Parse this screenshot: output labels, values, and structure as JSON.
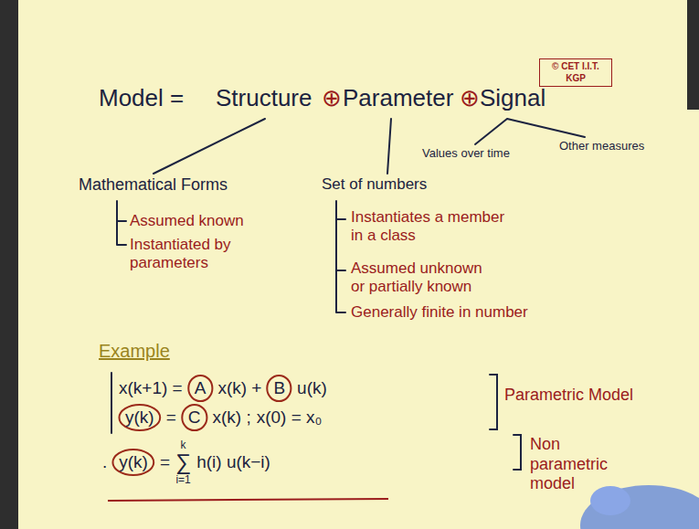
{
  "diagram": {
    "nodes": [
      {
        "text": [
          "© CET I.I.T. KGP"
        ]
      },
      {
        "text": [
          "A"
        ]
      },
      {
        "text": [
          "B"
        ]
      },
      {
        "text": [
          "y(k)"
        ]
      },
      {
        "text": [
          "C"
        ]
      },
      {
        "text": [
          "y(k)"
        ]
      }
    ],
    "labels": [
      "Model =",
      "Structure",
      "⊕",
      "Parameter",
      "⊕",
      "Signal",
      "Values over time",
      "Other measures",
      "Mathematical Forms",
      "Assumed known",
      "Instantiated by parameters",
      "Set of numbers",
      "Instantiates a member in a class",
      "Assumed unknown or partially known",
      "Generally finite in number",
      "Example",
      "x(k+1) =",
      "x(k) +",
      "u(k)",
      "=",
      "x(k) ;",
      "x(0) = x₀",
      "Parametric Model",
      ".",
      "=",
      "k",
      "∑",
      "i=1",
      "h(i) u(k−i)",
      "Non parametric model"
    ]
  }
}
